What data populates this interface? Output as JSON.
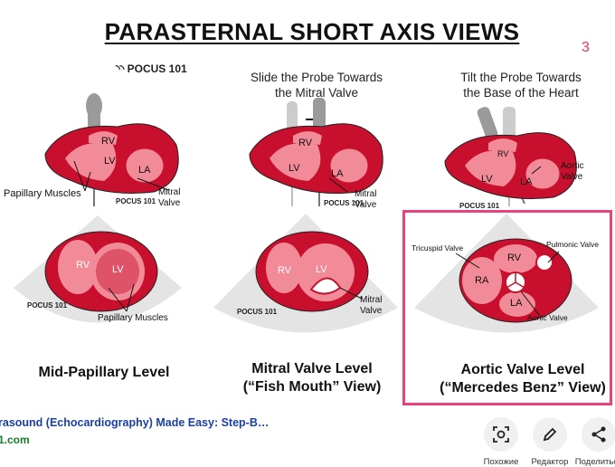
{
  "slide": {
    "title": "PARASTERNAL SHORT AXIS VIEWS",
    "page_number": "3",
    "logo_text": "POCUS 101",
    "panels": [
      {
        "caption": "",
        "level_line1": "Mid-Papillary Level",
        "level_line2": "",
        "labels": {
          "rv": "RV",
          "lv": "LV",
          "la": "LA",
          "papillary_top": "Papillary Muscles",
          "mitral_top": "Mitral\nValve",
          "papillary_bottom": "Papillary Muscles"
        }
      },
      {
        "caption_line1": "Slide the Probe Towards",
        "caption_line2": "the Mitral Valve",
        "level_line1": "Mitral Valve Level",
        "level_line2": "(“Fish Mouth” View)",
        "labels": {
          "rv": "RV",
          "lv": "LV",
          "la": "LA",
          "mitral_top": "Mitral\nValve",
          "mitral_bottom": "Mitral\nValve"
        }
      },
      {
        "caption_line1": "Tilt the Probe Towards",
        "caption_line2": "the Base of the Heart",
        "level_line1": "Aortic Valve Level",
        "level_line2": "(“Mercedes Benz” View)",
        "labels": {
          "rv": "RV",
          "lv": "LV",
          "la": "LA",
          "ra": "RA",
          "aortic_top": "Aortic\nValve",
          "tricuspid": "Tricuspid Valve",
          "pulmonic": "Pulmonic Valve",
          "aortic_bottom": "Aortic Valve"
        }
      }
    ]
  },
  "result": {
    "title": "rasound (Echocardiography) Made Easy: Step-B…",
    "url": "1.com"
  },
  "actions": [
    {
      "label": "Похожие",
      "icon": "lens-icon"
    },
    {
      "label": "Редактор",
      "icon": "pencil-icon"
    },
    {
      "label": "Поделиться",
      "icon": "share-icon"
    }
  ],
  "colors": {
    "heart_dark": "#c8102e",
    "heart_light": "#f28b98",
    "highlight": "#e8437a",
    "fan": "#e4e4e4"
  }
}
